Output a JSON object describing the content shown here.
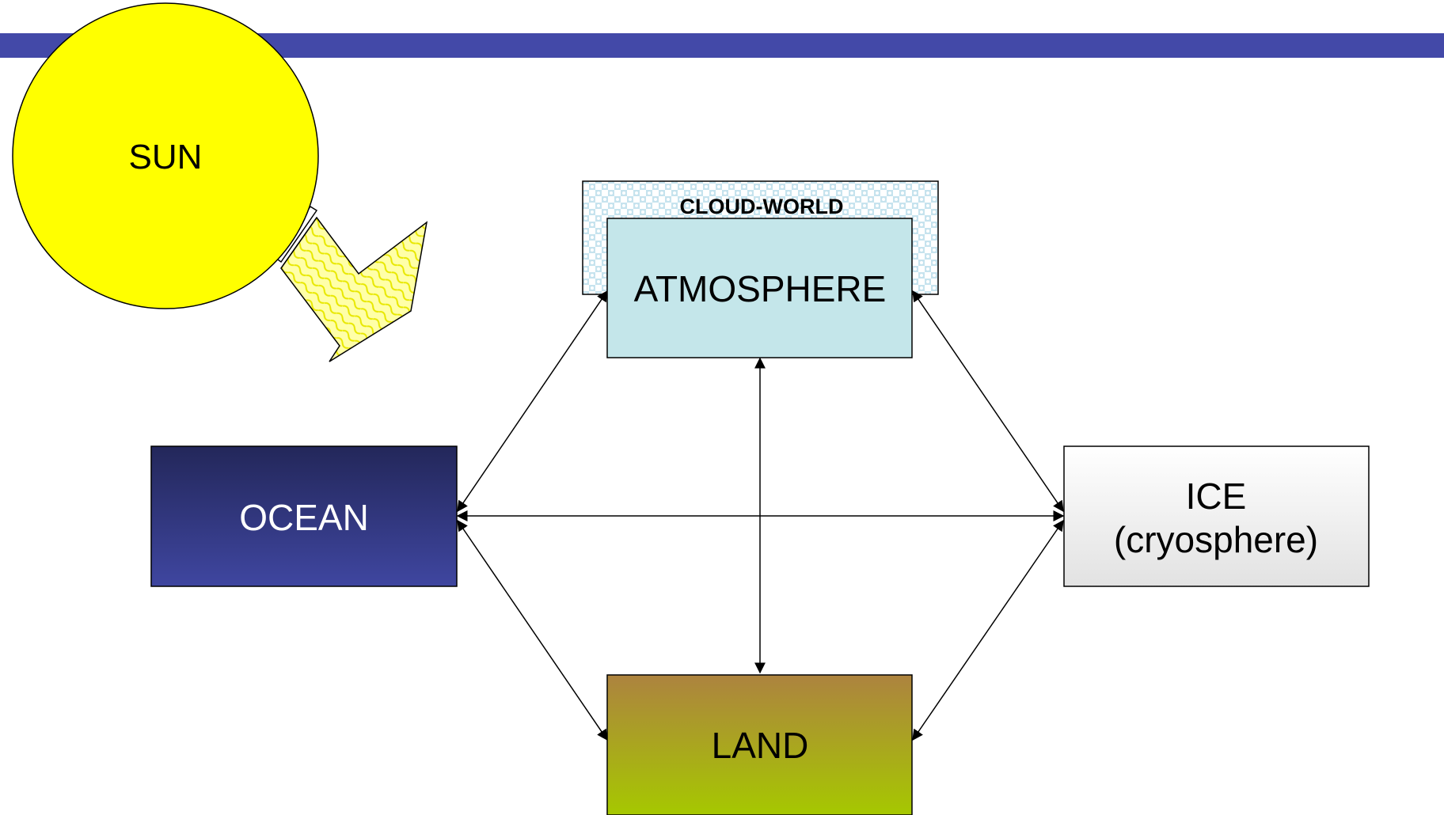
{
  "nodes": {
    "sun": "SUN",
    "cloud_world": "CLOUD-WORLD",
    "atmosphere": "ATMOSPHERE",
    "ocean": "OCEAN",
    "ice_line1": "ICE",
    "ice_line2": "(cryosphere)",
    "land": "LAND"
  },
  "colors": {
    "header_bar": "#4349a8",
    "sun_fill": "#ffff00",
    "atmosphere_fill": "#c4e6ea",
    "ocean_top": "#23275a",
    "ocean_bottom": "#3f46a0",
    "ice_top": "#ffffff",
    "ice_bottom": "#e4e4e4",
    "land_top": "#ad833f",
    "land_bottom": "#a6c800",
    "cloud_pattern": "#a9d3e3"
  },
  "connections": [
    [
      "atmosphere",
      "ocean"
    ],
    [
      "atmosphere",
      "ice"
    ],
    [
      "atmosphere",
      "land"
    ],
    [
      "ocean",
      "ice"
    ],
    [
      "ocean",
      "land"
    ],
    [
      "ice",
      "land"
    ]
  ]
}
